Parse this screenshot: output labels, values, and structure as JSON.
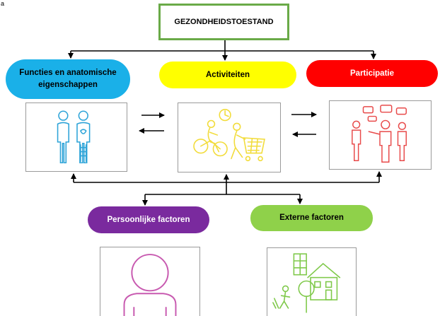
{
  "corner_label": "a",
  "top_box": {
    "label": "GEZONDHEIDSTOESTAND"
  },
  "categories": {
    "functions": {
      "label_line1": "Functies en anatomische",
      "label_line2": "eigenschappen",
      "color": "#1ab0e8"
    },
    "activities": {
      "label": "Activiteiten",
      "color": "#ffff00"
    },
    "participation": {
      "label": "Participatie",
      "color": "#ff0000"
    }
  },
  "factors": {
    "personal": {
      "label": "Persoonlijke factoren",
      "color": "#7a2a9e"
    },
    "external": {
      "label": "Externe factoren",
      "color": "#8fd14a"
    }
  },
  "icons": {
    "functions": "body-anatomy-icon",
    "activities": "activities-icon",
    "participation": "people-talking-icon",
    "personal": "person-icon",
    "external": "environment-icon"
  }
}
